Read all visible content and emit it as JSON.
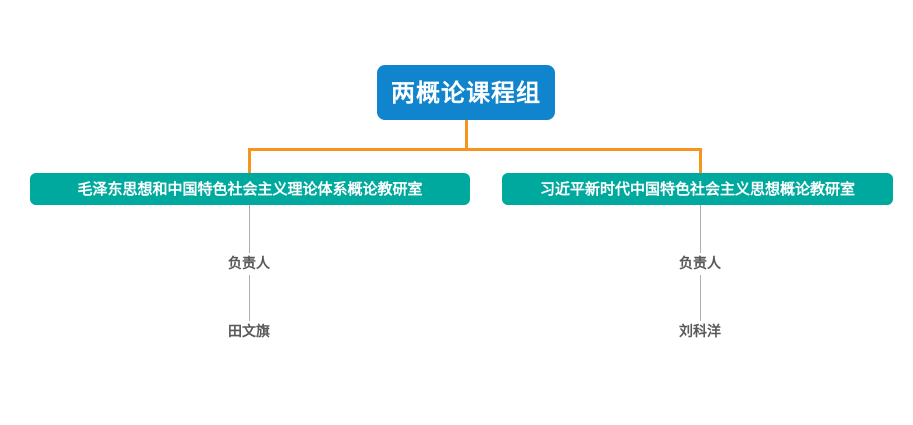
{
  "chart_data": {
    "type": "diagram",
    "diagram_kind": "organization-tree",
    "title": "两概论课程组",
    "orientation": "top-down",
    "levels": 4
  },
  "colors": {
    "root_fill": "#1184CE",
    "department_fill": "#00A99D",
    "connector_primary": "#F7941E",
    "connector_secondary": "#ADADAD",
    "node_text": "#FFFFFF",
    "leaf_text": "#595959",
    "background": "#FFFFFF"
  },
  "root": {
    "label": "两概论课程组"
  },
  "branches": [
    {
      "department": "毛泽东思想和中国特色社会主义理论体系概论教研室",
      "role": "负责人",
      "person": "田文旗"
    },
    {
      "department": "习近平新时代中国特色社会主义思想概论教研室",
      "role": "负责人",
      "person": "刘科洋"
    }
  ]
}
